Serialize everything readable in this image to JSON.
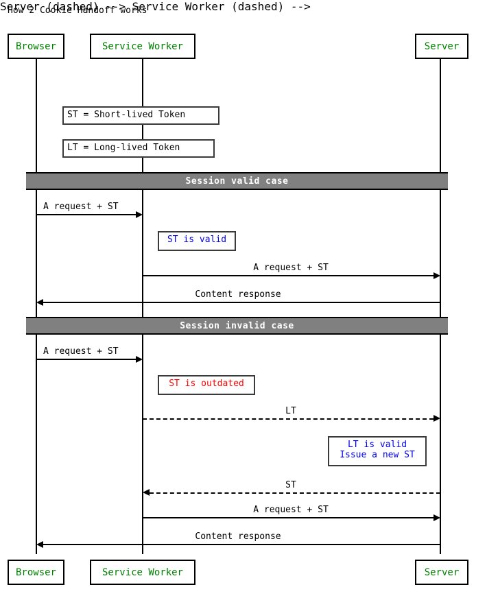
{
  "diagram": {
    "title": "How 2 Cookie Handoff works",
    "type": "sequence-diagram",
    "colors": {
      "participant_text": "#008000",
      "participant_border": "#000000",
      "band_fill": "#808080",
      "band_text": "#ffffff",
      "note_valid_text": "#0000ee",
      "note_invalid_text": "#ff0000",
      "line": "#000000",
      "background": "#ffffff"
    }
  },
  "participants": [
    {
      "id": "browser",
      "label": "Browser"
    },
    {
      "id": "service_worker",
      "label": "Service Worker"
    },
    {
      "id": "server",
      "label": "Server"
    }
  ],
  "participants_bottom": [
    {
      "id": "browser",
      "label": "Browser"
    },
    {
      "id": "service_worker",
      "label": "Service Worker"
    },
    {
      "id": "server",
      "label": "Server"
    }
  ],
  "legend_notes": [
    {
      "id": "note-st",
      "text": "ST = Short-lived Token"
    },
    {
      "id": "note-lt",
      "text": "LT = Long-lived Token"
    }
  ],
  "groups": [
    {
      "id": "session-valid",
      "label": "Session valid case"
    },
    {
      "id": "session-invalid",
      "label": "Session invalid case"
    }
  ],
  "messages": {
    "valid": [
      {
        "id": "v1",
        "label": "A request + ST",
        "from": "browser",
        "to": "service_worker",
        "style": "solid",
        "direction": "right"
      },
      {
        "id": "v2",
        "label": "A request + ST",
        "from": "service_worker",
        "to": "server",
        "style": "solid",
        "direction": "right"
      },
      {
        "id": "v3",
        "label": "Content response",
        "from": "server",
        "to": "browser",
        "style": "solid",
        "direction": "left"
      }
    ],
    "invalid": [
      {
        "id": "i1",
        "label": "A request + ST",
        "from": "browser",
        "to": "service_worker",
        "style": "solid",
        "direction": "right"
      },
      {
        "id": "i2",
        "label": "LT",
        "from": "service_worker",
        "to": "server",
        "style": "dashed",
        "direction": "right"
      },
      {
        "id": "i3",
        "label": "ST",
        "from": "server",
        "to": "service_worker",
        "style": "dashed",
        "direction": "left"
      },
      {
        "id": "i4",
        "label": "A request + ST",
        "from": "service_worker",
        "to": "server",
        "style": "solid",
        "direction": "right"
      },
      {
        "id": "i5",
        "label": "Content response",
        "from": "server",
        "to": "browser",
        "style": "solid",
        "direction": "left"
      }
    ]
  },
  "notes": [
    {
      "id": "note-st-valid",
      "text": "ST is valid",
      "color": "blue"
    },
    {
      "id": "note-st-outdated",
      "text": "ST is outdated",
      "color": "red"
    },
    {
      "id": "note-lt-valid",
      "line1": "LT is valid",
      "line2": "Issue a new ST",
      "color": "blue"
    }
  ]
}
